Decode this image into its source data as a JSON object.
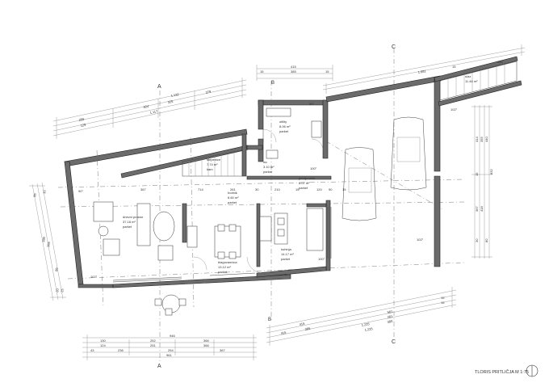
{
  "sheet": {
    "title": "TLORIS PRITLIČJA  M 1:75"
  },
  "rooms": [
    {
      "name": "dnevni prostor",
      "area": "37.18 m²",
      "floor": "parket"
    },
    {
      "name": "hodnik",
      "area": "6.60 m²",
      "floor": "parket"
    },
    {
      "name": "blagovaonica",
      "area": "13.12 m²",
      "floor": "parket"
    },
    {
      "name": "kuhinja",
      "area": "14.17 m²",
      "floor": "parket"
    },
    {
      "name": "predprostor",
      "area": "6.07 m²",
      "floor": "parket"
    },
    {
      "name": "utility",
      "area": "8.06 m²",
      "floor": "parket"
    },
    {
      "name": "wc",
      "area": "3.10 m²",
      "floor": "parket"
    },
    {
      "name": "stepenice",
      "area": "7.74 m²",
      "floor": "kam"
    },
    {
      "name": "ulaz",
      "area": "11.46 m²",
      "floor": ""
    }
  ],
  "section_marks": [
    "A",
    "A",
    "B",
    "B",
    "C",
    "C"
  ],
  "angles": [
    "90°",
    "102°",
    "100°",
    "100°",
    "102°",
    "90°",
    "102°"
  ],
  "dims": {
    "top_left_chain": [
      "1.132",
      "379",
      "624",
      "1.117",
      "325",
      "255",
      "129"
    ],
    "top_right_chain": [
      "415",
      "385",
      "15",
      "15",
      "1.081",
      "445",
      "15"
    ],
    "bottom_left_chain": [
      "946",
      "130",
      "252",
      "366",
      "124",
      "251",
      "366",
      "43",
      "236",
      "254",
      "367",
      "961"
    ],
    "bottom_right_chain": [
      "415",
      "415",
      "385",
      "1.225",
      "1.225",
      "581",
      "281",
      "380",
      "15",
      "15"
    ],
    "left_chain": [
      "86",
      "15",
      "380",
      "365",
      "86",
      "20",
      "25"
    ],
    "right_chain": [
      "414",
      "440",
      "355",
      "15",
      "367",
      "418",
      "832",
      "80",
      "30"
    ],
    "interior": [
      "367",
      "714",
      "261",
      "210",
      "30",
      "15",
      "120",
      "90",
      "15"
    ]
  }
}
